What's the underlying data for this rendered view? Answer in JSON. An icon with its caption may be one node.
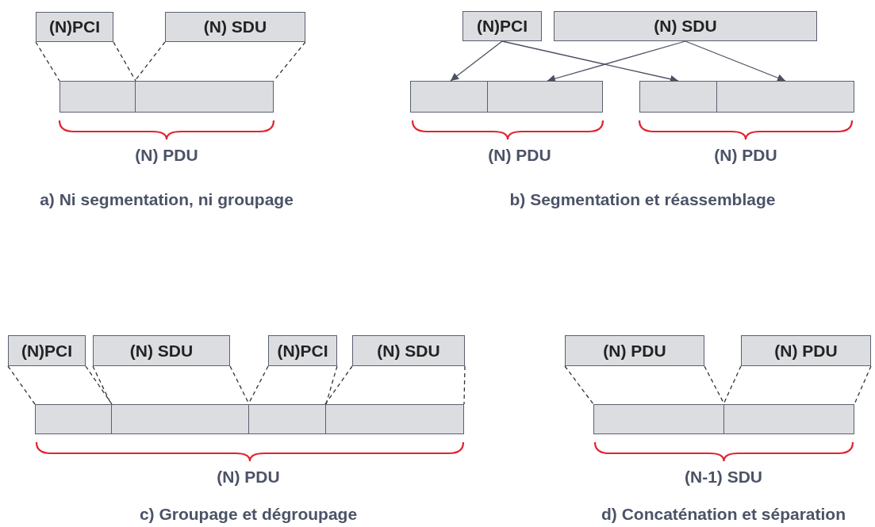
{
  "diagram": {
    "nodes": [
      {
        "text": [
          "(N)PCI"
        ]
      },
      {
        "text": [
          "(N) SDU"
        ]
      },
      {
        "text": [],
        "shape": "box"
      },
      {
        "text": [],
        "shape": "box"
      },
      {
        "text": [
          "(N)PCI"
        ]
      },
      {
        "text": [
          "(N) SDU"
        ]
      },
      {
        "text": [],
        "shape": "box"
      },
      {
        "text": [],
        "shape": "box"
      },
      {
        "text": [],
        "shape": "box"
      },
      {
        "text": [],
        "shape": "box"
      },
      {
        "text": [
          "(N)PCI"
        ]
      },
      {
        "text": [
          "(N) SDU"
        ]
      },
      {
        "text": [
          "(N)PCI"
        ]
      },
      {
        "text": [
          "(N) SDU"
        ]
      },
      {
        "text": [],
        "shape": "box"
      },
      {
        "text": [],
        "shape": "box"
      },
      {
        "text": [],
        "shape": "box"
      },
      {
        "text": [],
        "shape": "box"
      },
      {
        "text": [
          "(N) PDU"
        ]
      },
      {
        "text": [
          "(N) PDU"
        ]
      },
      {
        "text": [],
        "shape": "box"
      },
      {
        "text": [],
        "shape": "box"
      }
    ],
    "edges": [
      {
        "from": 0,
        "to": 2,
        "arrow": "none",
        "style": "dashed"
      },
      {
        "from": 0,
        "to": 2,
        "arrow": "none",
        "style": "dashed"
      },
      {
        "from": 1,
        "to": 3,
        "arrow": "none",
        "style": "dashed"
      },
      {
        "from": 1,
        "to": 3,
        "arrow": "none",
        "style": "dashed"
      },
      {
        "from": 4,
        "to": 6,
        "arrow": "to"
      },
      {
        "from": 4,
        "to": 8,
        "arrow": "to"
      },
      {
        "from": 5,
        "to": 7,
        "arrow": "to"
      },
      {
        "from": 5,
        "to": 9,
        "arrow": "to"
      },
      {
        "from": 10,
        "to": 14,
        "arrow": "none",
        "style": "dashed"
      },
      {
        "from": 10,
        "to": 14,
        "arrow": "none",
        "style": "dashed"
      },
      {
        "from": 11,
        "to": 15,
        "arrow": "none",
        "style": "dashed"
      },
      {
        "from": 11,
        "to": 15,
        "arrow": "none",
        "style": "dashed"
      },
      {
        "from": 12,
        "to": 16,
        "arrow": "none",
        "style": "dashed"
      },
      {
        "from": 12,
        "to": 16,
        "arrow": "none",
        "style": "dashed"
      },
      {
        "from": 13,
        "to": 17,
        "arrow": "none",
        "style": "dashed"
      },
      {
        "from": 13,
        "to": 17,
        "arrow": "none",
        "style": "dashed"
      },
      {
        "from": 18,
        "to": 20,
        "arrow": "none",
        "style": "dashed"
      },
      {
        "from": 18,
        "to": 20,
        "arrow": "none",
        "style": "dashed"
      },
      {
        "from": 19,
        "to": 21,
        "arrow": "none",
        "style": "dashed"
      },
      {
        "from": 19,
        "to": 21,
        "arrow": "none",
        "style": "dashed"
      }
    ],
    "labels": [
      "(N) PDU",
      "a) Ni segmentation, ni groupage",
      "(N) PDU",
      "(N) PDU",
      "b) Segmentation et réassemblage",
      "(N) PDU",
      "c) Groupage et dégroupage",
      "(N-1) SDU",
      "d) Concaténation et séparation"
    ]
  }
}
